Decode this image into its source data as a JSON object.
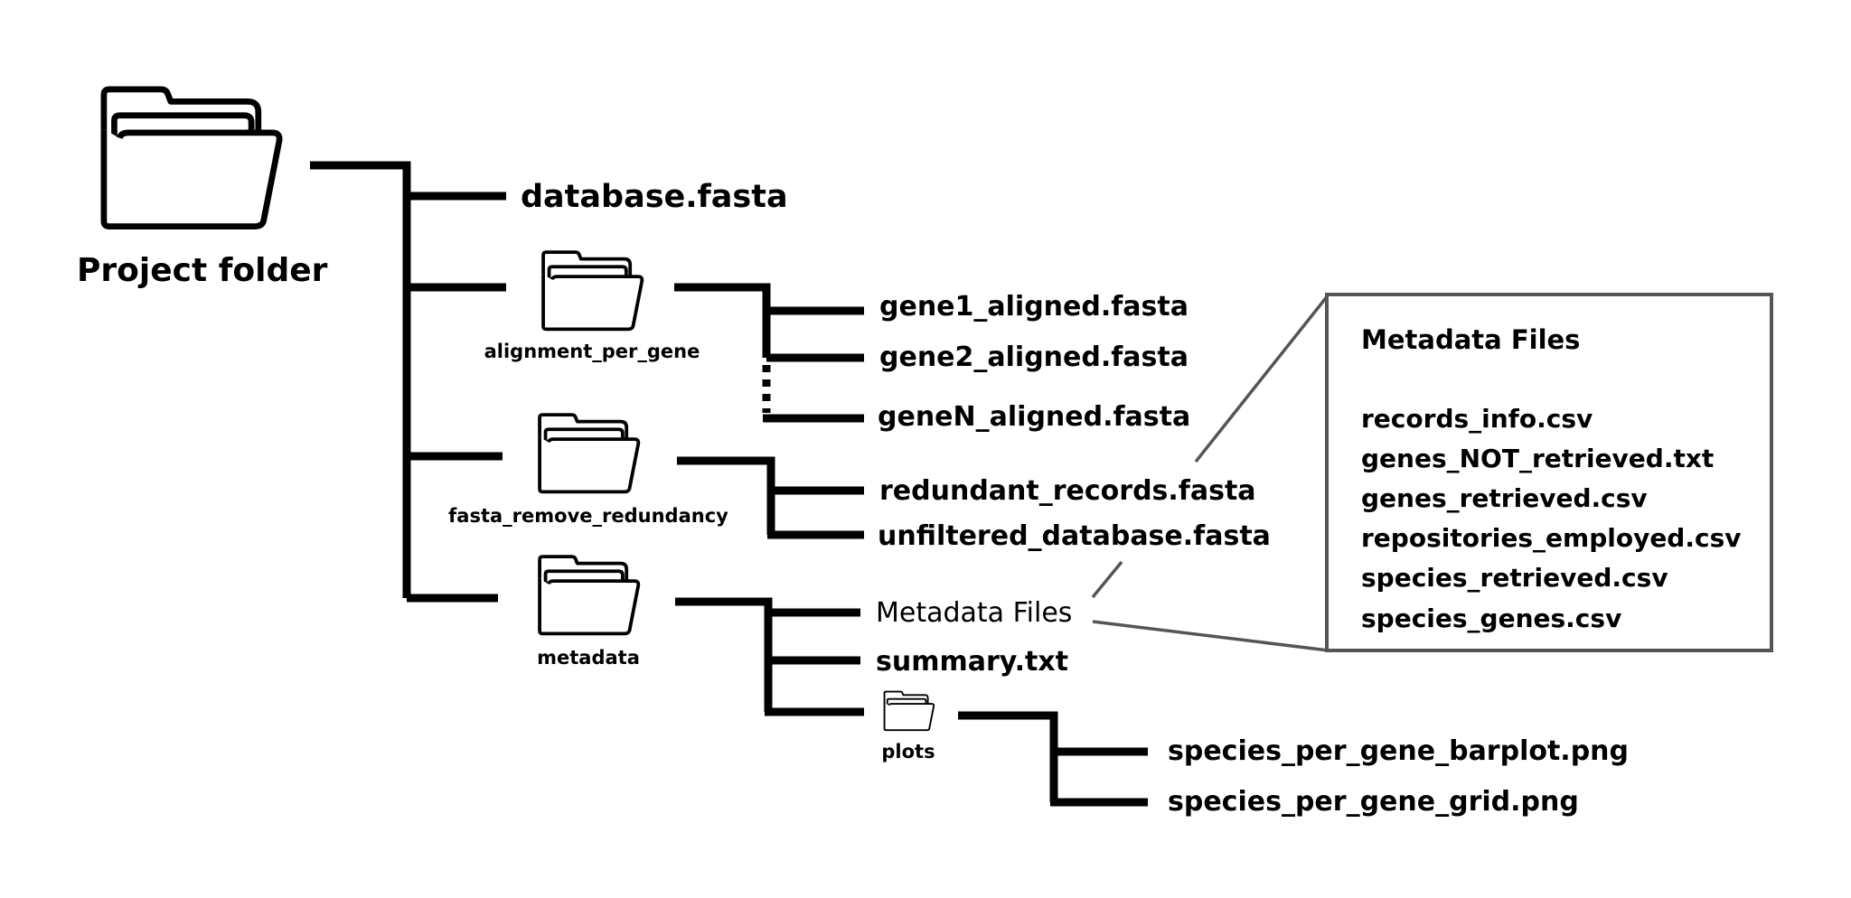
{
  "root": {
    "label": "Project folder",
    "icon": "folder-icon"
  },
  "root_files": {
    "database": "database.fasta"
  },
  "folders": {
    "alignment": {
      "label": "alignment_per_gene",
      "icon": "folder-icon",
      "files": [
        "gene1_aligned.fasta",
        "gene2_aligned.fasta",
        "geneN_aligned.fasta"
      ]
    },
    "redundancy": {
      "label": "fasta_remove_redundancy",
      "icon": "folder-icon",
      "files": [
        "redundant_records.fasta",
        "unfiltered_database.fasta"
      ]
    },
    "metadata": {
      "label": "metadata",
      "icon": "folder-icon",
      "files": [
        "Metadata Files",
        "summary.txt"
      ]
    },
    "plots": {
      "label": "plots",
      "icon": "folder-icon",
      "files": [
        "species_per_gene_barplot.png",
        "species_per_gene_grid.png"
      ]
    }
  },
  "metadata_box": {
    "title": "Metadata Files",
    "items": [
      "records_info.csv",
      "genes_NOT_retrieved.txt",
      "genes_retrieved.csv",
      "repositories_employed.csv",
      "species_retrieved.csv",
      "species_genes.csv"
    ]
  },
  "colors": {
    "line": "#000000",
    "callout": "#555555",
    "background": "#ffffff"
  }
}
